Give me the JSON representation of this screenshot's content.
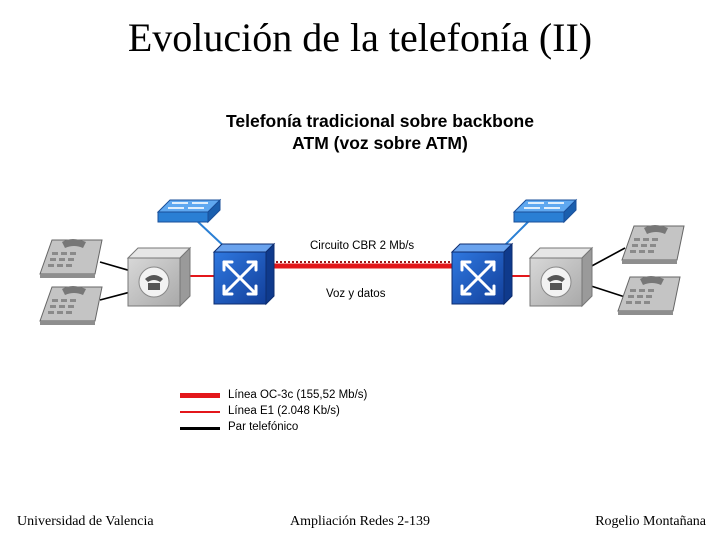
{
  "slide": {
    "title": "Evolución de la telefonía (II)",
    "subtitle_line1": "Telefonía tradicional sobre backbone",
    "subtitle_line2": "ATM (voz sobre ATM)"
  },
  "diagram": {
    "circuit_label": "Circuito CBR 2 Mb/s",
    "voice_label": "Voz y datos",
    "colors": {
      "oc3c_line": "#e3171b",
      "e1_line": "#e3171b",
      "phone_pair_line": "#000000",
      "atm_switch": "#1f5fd0",
      "router": "#2a7fd4",
      "pbx": "#c8c8c8"
    },
    "icons": [
      "telephone-icon",
      "pbx-icon",
      "atm-switch-icon",
      "router-icon"
    ]
  },
  "legend": {
    "items": [
      {
        "label": "Línea OC-3c (155,52 Mb/s)",
        "color": "#e3171b",
        "style": "thick"
      },
      {
        "label": "Línea E1 (2.048 Kb/s)",
        "color": "#e3171b",
        "style": "thin"
      },
      {
        "label": "Par telefónico",
        "color": "#000000",
        "style": "black"
      }
    ]
  },
  "footer": {
    "left": "Universidad de Valencia",
    "center": "Ampliación Redes 2-139",
    "right": "Rogelio Montañana"
  }
}
